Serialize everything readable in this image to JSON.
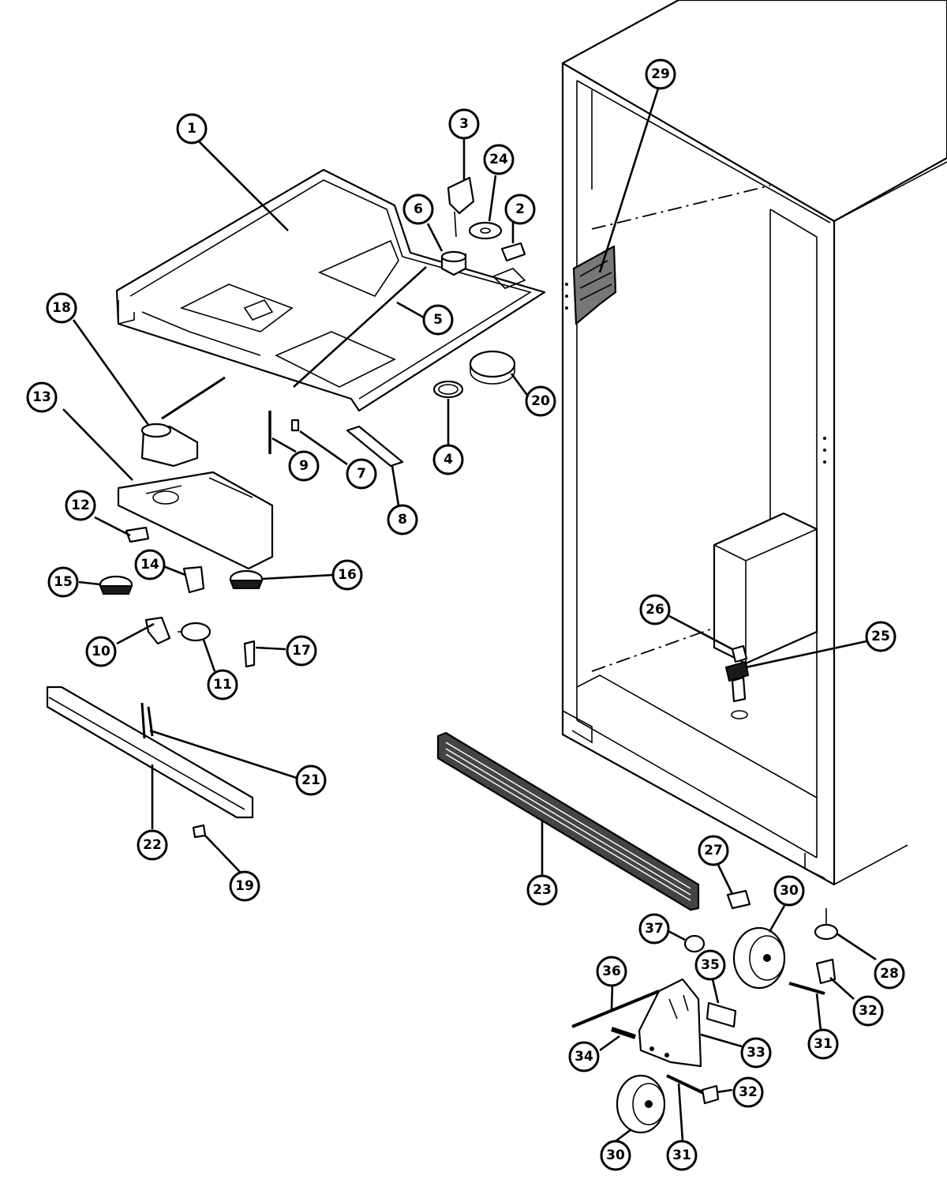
{
  "callouts": [
    {
      "label": "1"
    },
    {
      "label": "2"
    },
    {
      "label": "3"
    },
    {
      "label": "4"
    },
    {
      "label": "5"
    },
    {
      "label": "6"
    },
    {
      "label": "7"
    },
    {
      "label": "8"
    },
    {
      "label": "9"
    },
    {
      "label": "10"
    },
    {
      "label": "11"
    },
    {
      "label": "12"
    },
    {
      "label": "13"
    },
    {
      "label": "14"
    },
    {
      "label": "15"
    },
    {
      "label": "16"
    },
    {
      "label": "17"
    },
    {
      "label": "18"
    },
    {
      "label": "19"
    },
    {
      "label": "20"
    },
    {
      "label": "21"
    },
    {
      "label": "22"
    },
    {
      "label": "23"
    },
    {
      "label": "24"
    },
    {
      "label": "25"
    },
    {
      "label": "26"
    },
    {
      "label": "27"
    },
    {
      "label": "28"
    },
    {
      "label": "29"
    },
    {
      "label": "30"
    },
    {
      "label": "30"
    },
    {
      "label": "31"
    },
    {
      "label": "31"
    },
    {
      "label": "32"
    },
    {
      "label": "32"
    },
    {
      "label": "33"
    },
    {
      "label": "34"
    },
    {
      "label": "35"
    },
    {
      "label": "36"
    },
    {
      "label": "37"
    }
  ],
  "colors": {
    "line": "#000000",
    "background": "#ffffff"
  }
}
